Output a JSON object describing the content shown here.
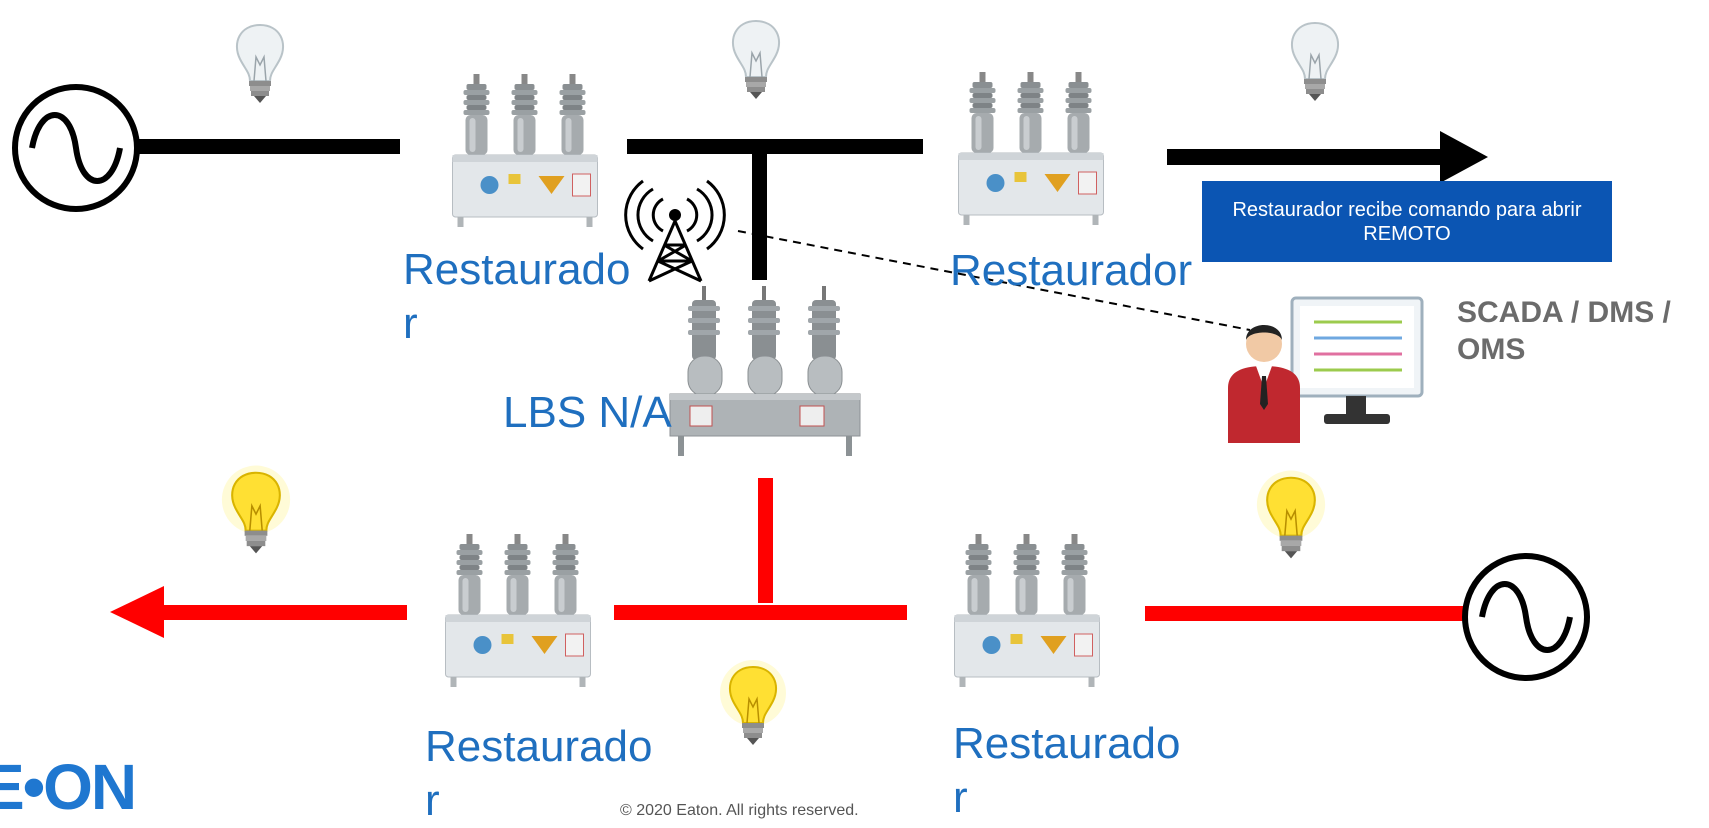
{
  "labels": {
    "restaurador_top_left": "Restaurado\nr",
    "restaurador_top_right": "Restaurador",
    "lbs": "LBS N/A",
    "restaurador_bottom_left": "Restaurado\nr",
    "restaurador_bottom_right": "Restaurado\nr"
  },
  "callout": "Restaurador recibe comando para abrir REMOTO",
  "scada": "SCADA / DMS / OMS",
  "footer": "© 2020 Eaton. All rights reserved.",
  "logo": "E•ON",
  "colors": {
    "energized_line": "#000000",
    "deenergized_line": "#ff0000",
    "label_blue": "#1f6fbf",
    "callout_bg": "#0b55b3",
    "bulb_on": "#ffe033",
    "bulb_off": "#e8eef0"
  },
  "icons": [
    "ac-source-icon",
    "recloser-icon",
    "lbs-switch-icon",
    "antenna-icon",
    "light-bulb-icon",
    "scada-operator-icon"
  ]
}
